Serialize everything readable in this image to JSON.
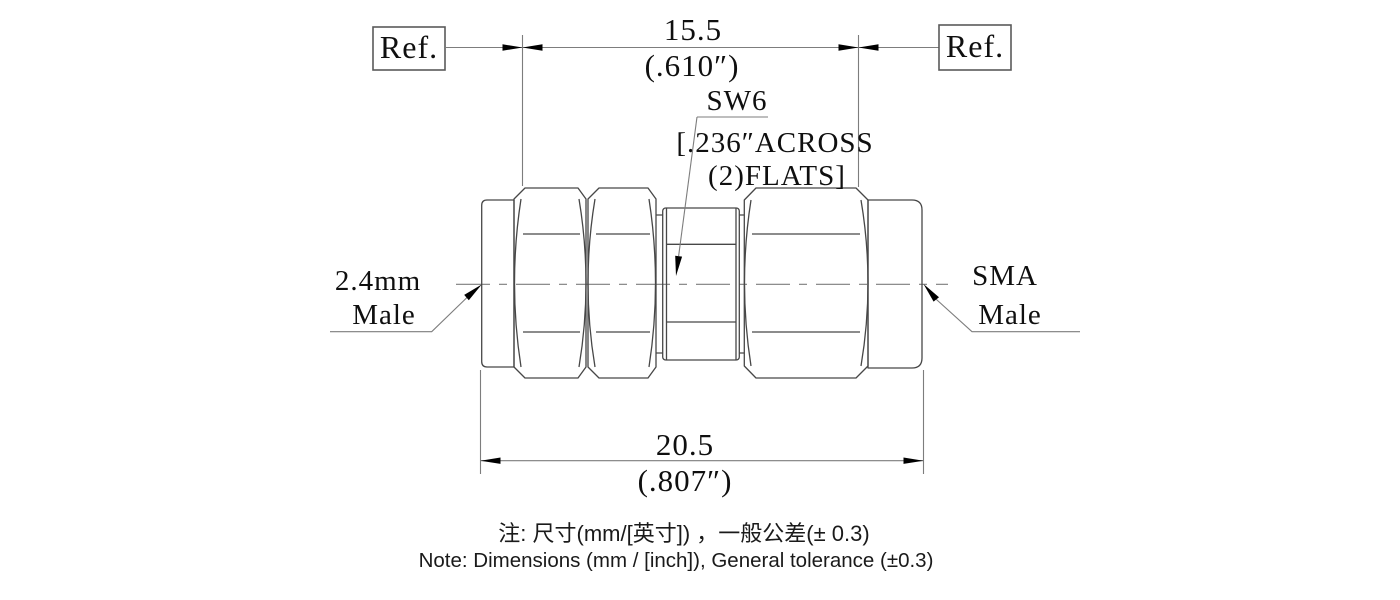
{
  "drawing": {
    "title_hint": "RF coaxial adapter outline drawing, 2.4mm male to SMA male",
    "callouts": {
      "ref_left": "Ref.",
      "ref_right": "Ref."
    },
    "dimensions": {
      "top_mm": "15.5",
      "top_inch": "(.610″)",
      "bottom_mm": "20.5",
      "bottom_inch": "(.807″)"
    },
    "hex_callout": {
      "line1": "SW6",
      "line2": "[.236″ACROSS",
      "line3": "(2)FLATS]"
    },
    "left_connector": {
      "line1": "2.4mm",
      "line2": "Male"
    },
    "right_connector": {
      "line1": "SMA",
      "line2": "Male"
    },
    "notes": {
      "line1": "注: 尺寸(mm/[英寸]) ，一般公差(± 0.3)",
      "line2": "Note: Dimensions (mm / [inch]), General tolerance (±0.3)"
    },
    "colors": {
      "background": "#ffffff",
      "body_line": "#474747",
      "dimension_line": "#7d7d7d",
      "text": "#0f0f0f",
      "arrow": "#000000"
    }
  }
}
